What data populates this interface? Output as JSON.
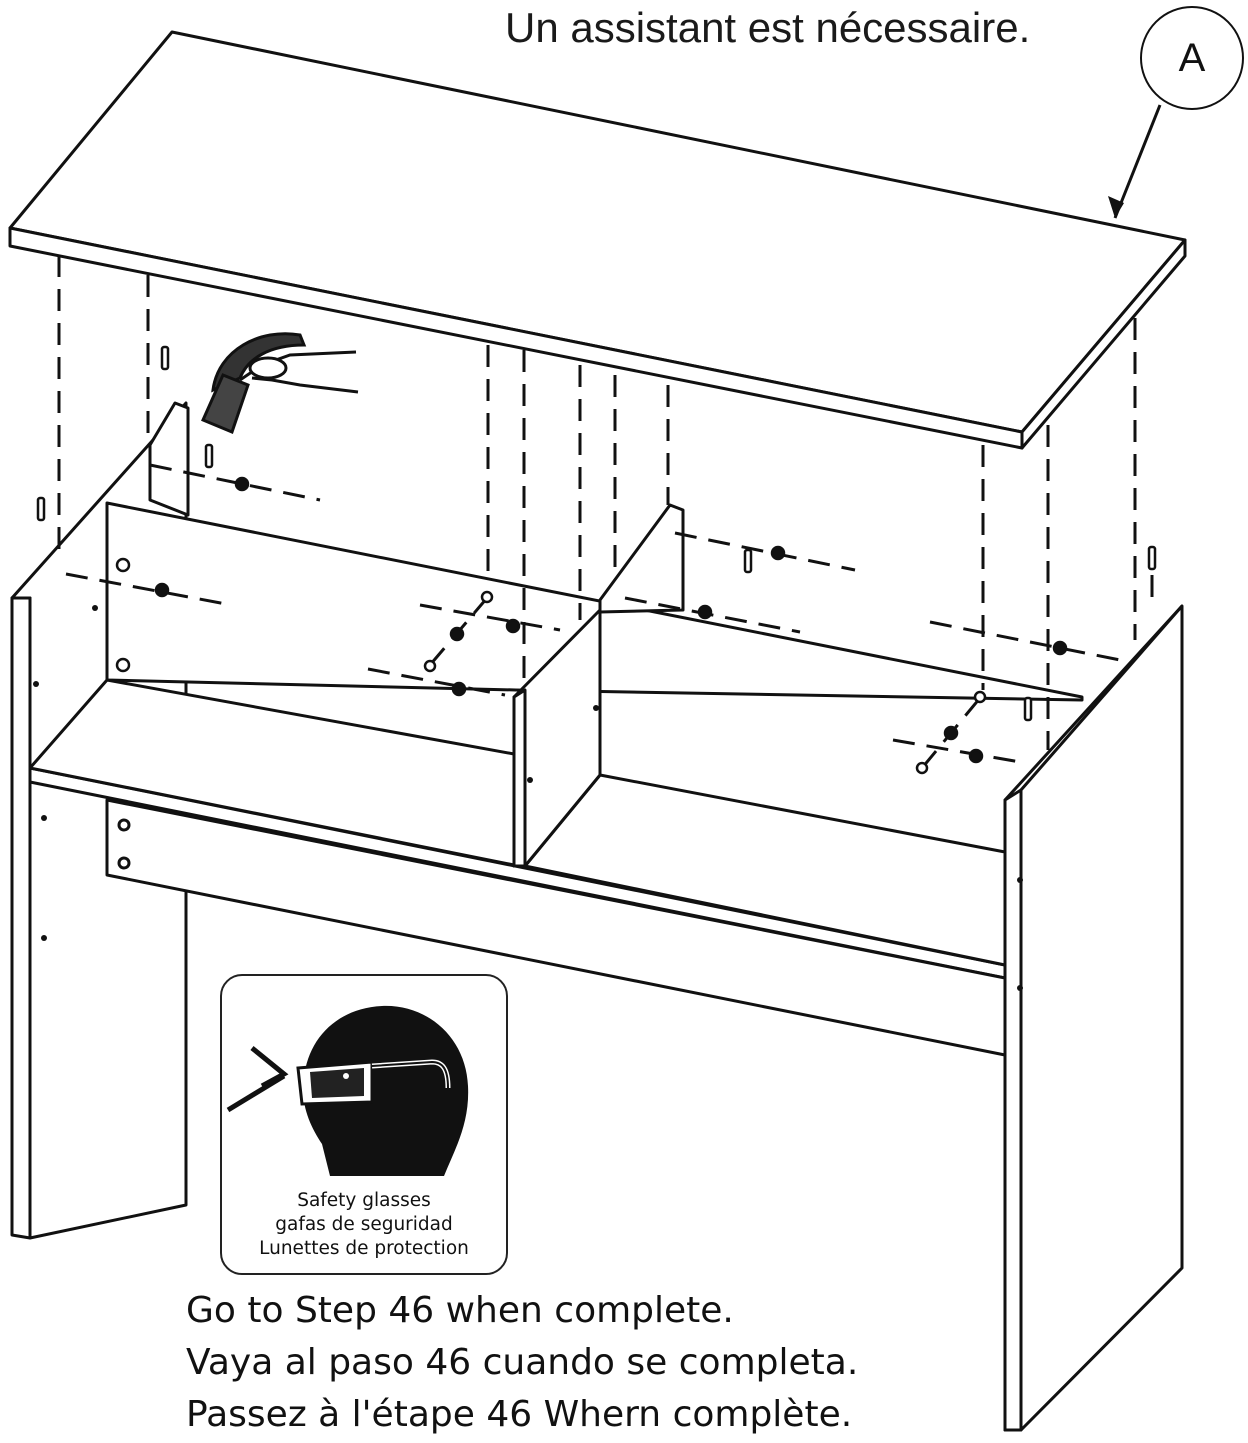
{
  "header": {
    "assistant_note": "Un assistant est nécessaire."
  },
  "callout": {
    "label": "A"
  },
  "safety": {
    "icon": "safety-glasses-icon",
    "lines": [
      "Safety glasses",
      "gafas de seguridad",
      "Lunettes de protection"
    ]
  },
  "footer": {
    "lines": [
      "Go to Step 46 when complete.",
      "Vaya al paso 46 cuando se completa.",
      "Passez à l'étape 46 Whern complète."
    ]
  },
  "colors": {
    "line": "#111111",
    "background": "#ffffff"
  }
}
